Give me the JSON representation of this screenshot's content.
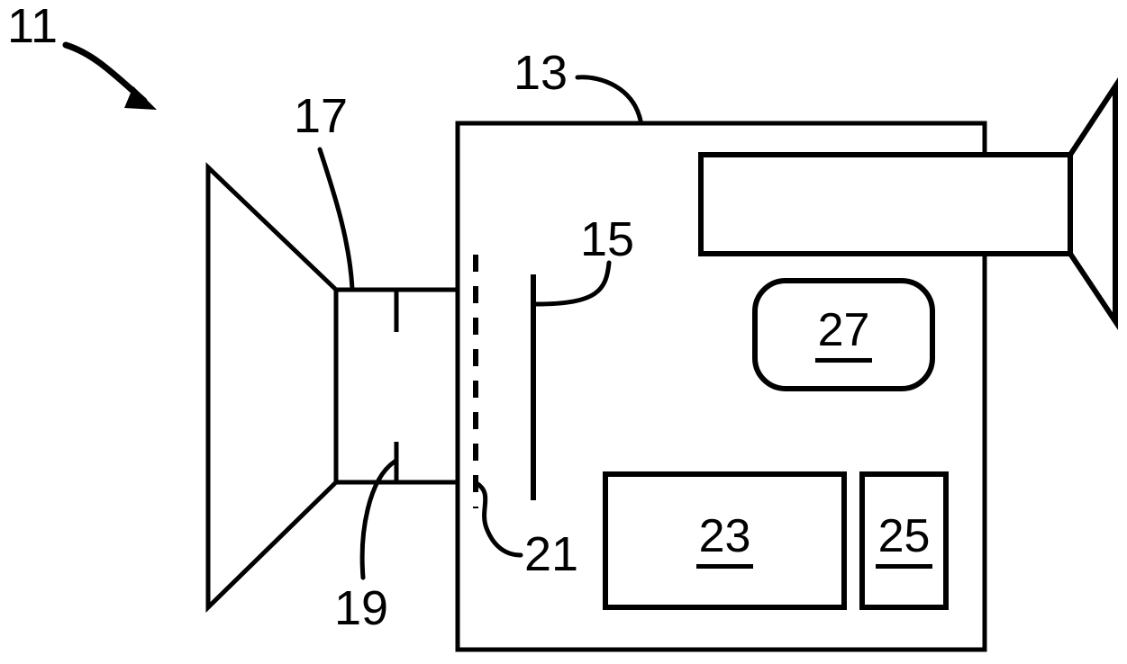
{
  "style": {
    "line_color": "#000000",
    "background": "#ffffff"
  },
  "figure_labels": {
    "l11": "11",
    "l13": "13",
    "l15": "15",
    "l17": "17",
    "l19": "19",
    "l21": "21",
    "l23": "23",
    "l25": "25",
    "l27": "27"
  }
}
